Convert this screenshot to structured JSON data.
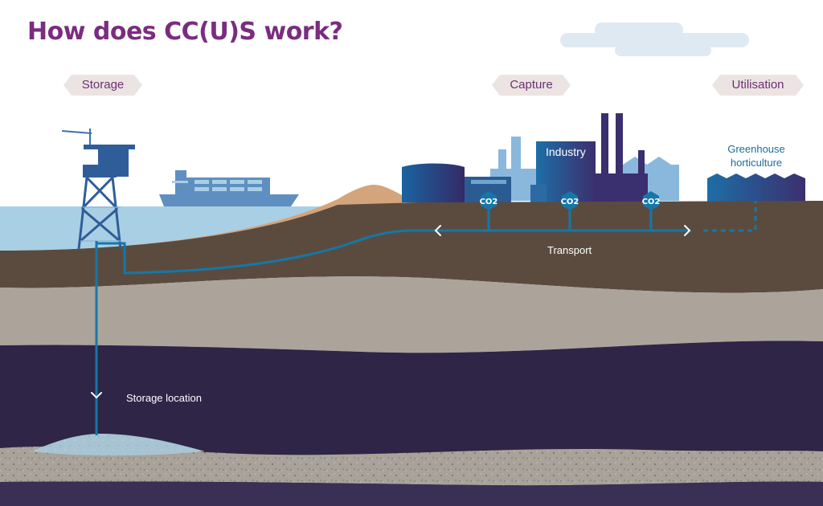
{
  "title": "How does CC(U)S work?",
  "stages": {
    "storage": "Storage",
    "capture": "Capture",
    "utilisation": "Utilisation"
  },
  "labels": {
    "industry": "Industry",
    "greenhouse_line1": "Greenhouse",
    "greenhouse_line2": "horticulture",
    "transport": "Transport",
    "storage_location": "Storage location",
    "co2": "CO2"
  },
  "colors": {
    "title": "#7a2d80",
    "pipeline": "#1577a8",
    "sky_label": "#1b6f9c",
    "soil_brown": "#5b4b3f",
    "deep_purple": "#2e2547",
    "sea": "#a9cfe4"
  }
}
